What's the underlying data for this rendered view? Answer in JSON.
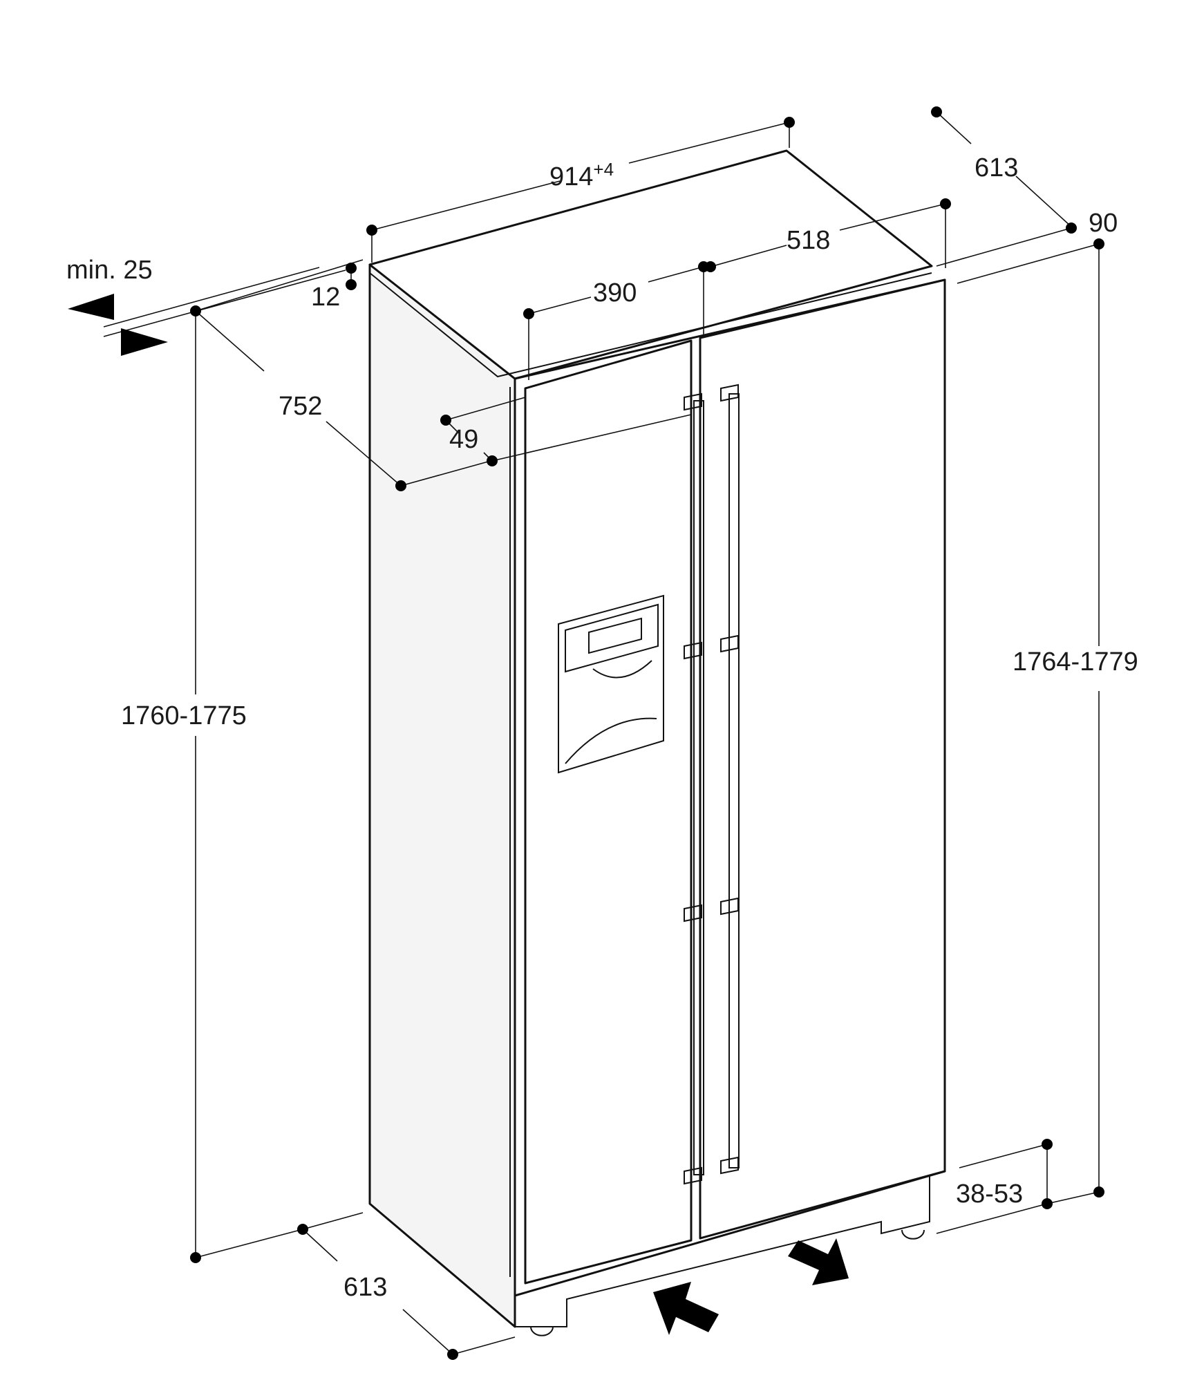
{
  "dimensions": {
    "total_width": "914",
    "total_width_tolerance": "+4",
    "depth_top": "613",
    "top_gap": "90",
    "right_door_width": "518",
    "left_door_width": "390",
    "min_clearance": "min. 25",
    "top_offset": "12",
    "door_open_depth": "752",
    "door_thickness": "49",
    "left_height": "1760-1775",
    "right_height": "1764-1779",
    "foot_height": "38-53",
    "depth_bottom": "613"
  },
  "colors": {
    "line": "#111111",
    "side_panel": "#f4f4f4",
    "background": "#ffffff"
  }
}
